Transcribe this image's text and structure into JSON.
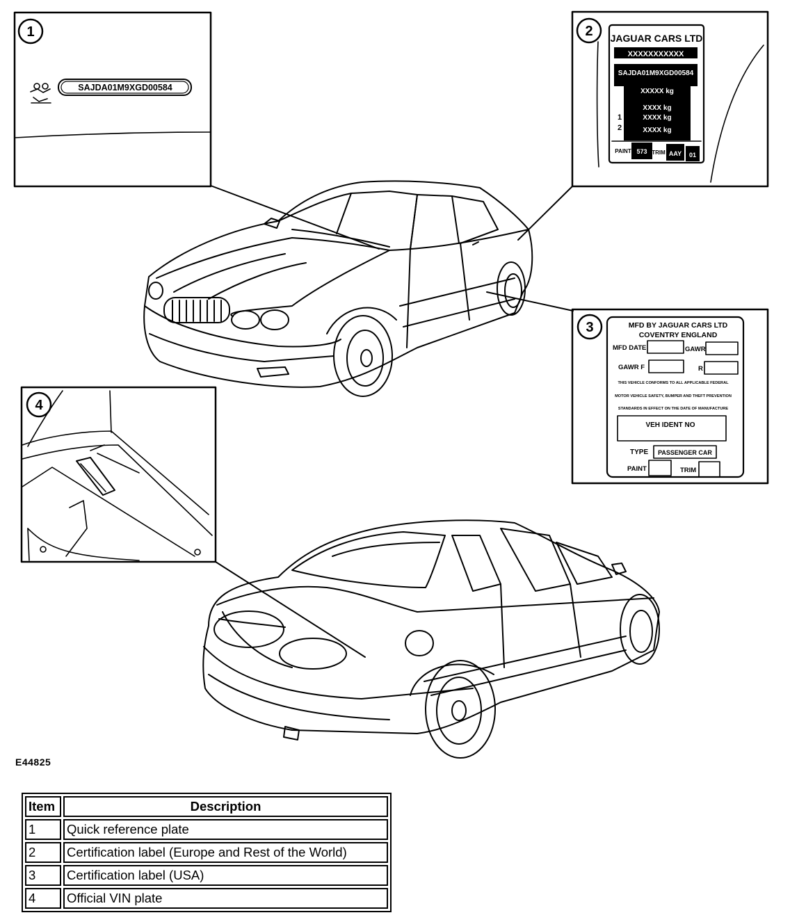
{
  "figure_code": "E44825",
  "callouts": [
    "1",
    "2",
    "3",
    "4"
  ],
  "plate1": {
    "vin_text": "SAJDA01M9XGD00584"
  },
  "plate2": {
    "title": "JAGUAR CARS LTD",
    "row_1": "XXXXXXXXXXX",
    "row_2": "SAJDA01M9XGD00584",
    "row_3": "XXXXX kg",
    "row_4": "XXXX kg",
    "row_5_prefix": "1",
    "row_5": "XXXX kg",
    "row_6_prefix": "2",
    "row_6": "XXXX kg",
    "cell_1": "PAINT",
    "cell_2": "573",
    "cell_3": "TRIM",
    "cell_4": "AAY",
    "cell_5": "01"
  },
  "plate3": {
    "title_1": "MFD BY JAGUAR CARS LTD",
    "title_2": "COVENTRY ENGLAND",
    "mfd_date_label": "MFD DATE",
    "gawr_label": "GAWR",
    "gawr_f_label": "GAWR F",
    "r_label": "R",
    "statement_1": "THIS VEHICLE CONFORMS TO ALL APPLICABLE FEDERAL",
    "statement_2": "MOTOR VEHICLE SAFETY, BUMPER AND THEFT PREVENTION",
    "statement_3": "STANDARDS IN EFFECT ON THE DATE OF MANUFACTURE",
    "veh_ident_label": "VEH IDENT NO",
    "type_label": "TYPE",
    "type_value": "PASSENGER CAR",
    "paint_label": "PAINT",
    "trim_label": "TRIM"
  },
  "table": {
    "header_item": "Item",
    "header_description": "Description",
    "rows": [
      {
        "item": "1",
        "description": "Quick reference plate"
      },
      {
        "item": "2",
        "description": "Certification label (Europe and Rest of the World)"
      },
      {
        "item": "3",
        "description": "Certification label (USA)"
      },
      {
        "item": "4",
        "description": "Official VIN plate"
      }
    ]
  }
}
